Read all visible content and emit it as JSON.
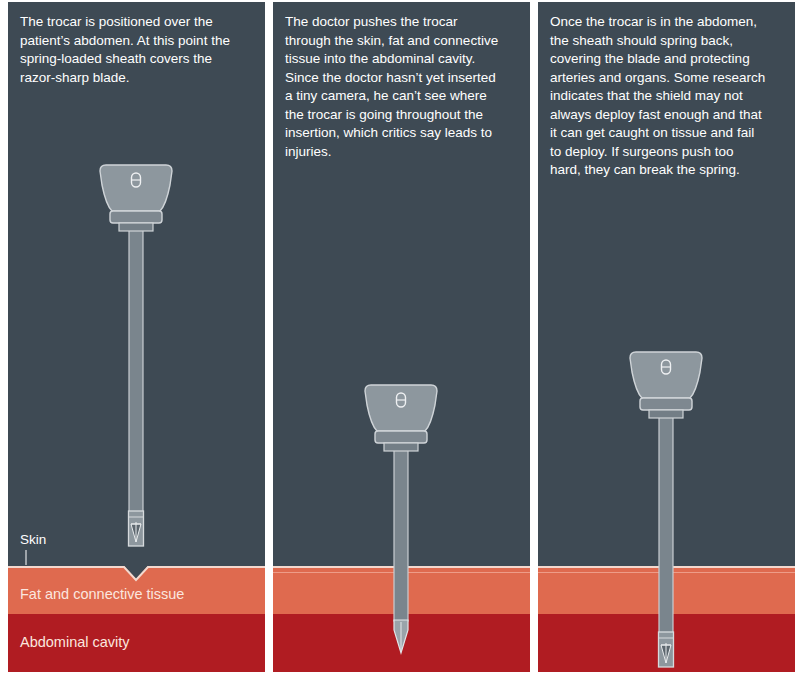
{
  "diagram": {
    "nodes": [
      {
        "text": [
          "The trocar is positioned over the patient’s abdomen. At this point the spring-loaded sheath covers the razor-sharp blade."
        ]
      },
      {
        "text": [
          "Fat and connective tissue"
        ],
        "in": 0
      },
      {
        "text": [
          "Abdominal cavity"
        ],
        "in": 0
      },
      {
        "text": [
          "The doctor pushes the trocar through the skin, fat and connective tissue into the abdominal cavity. Since the doctor hasn’t yet inserted a tiny camera, he can’t see where the trocar is going throughout the insertion, which critics say leads to injuries."
        ]
      },
      {
        "text": [
          "Once the trocar is in the abdomen, the sheath should spring back, covering the blade and protecting arteries and organs. Some research indicates that the shield may not always deploy fast enough and that it can get caught on tissue and fail to deploy. If surgeons push too hard, they can break the spring."
        ]
      }
    ],
    "labels": [
      "Skin"
    ]
  }
}
